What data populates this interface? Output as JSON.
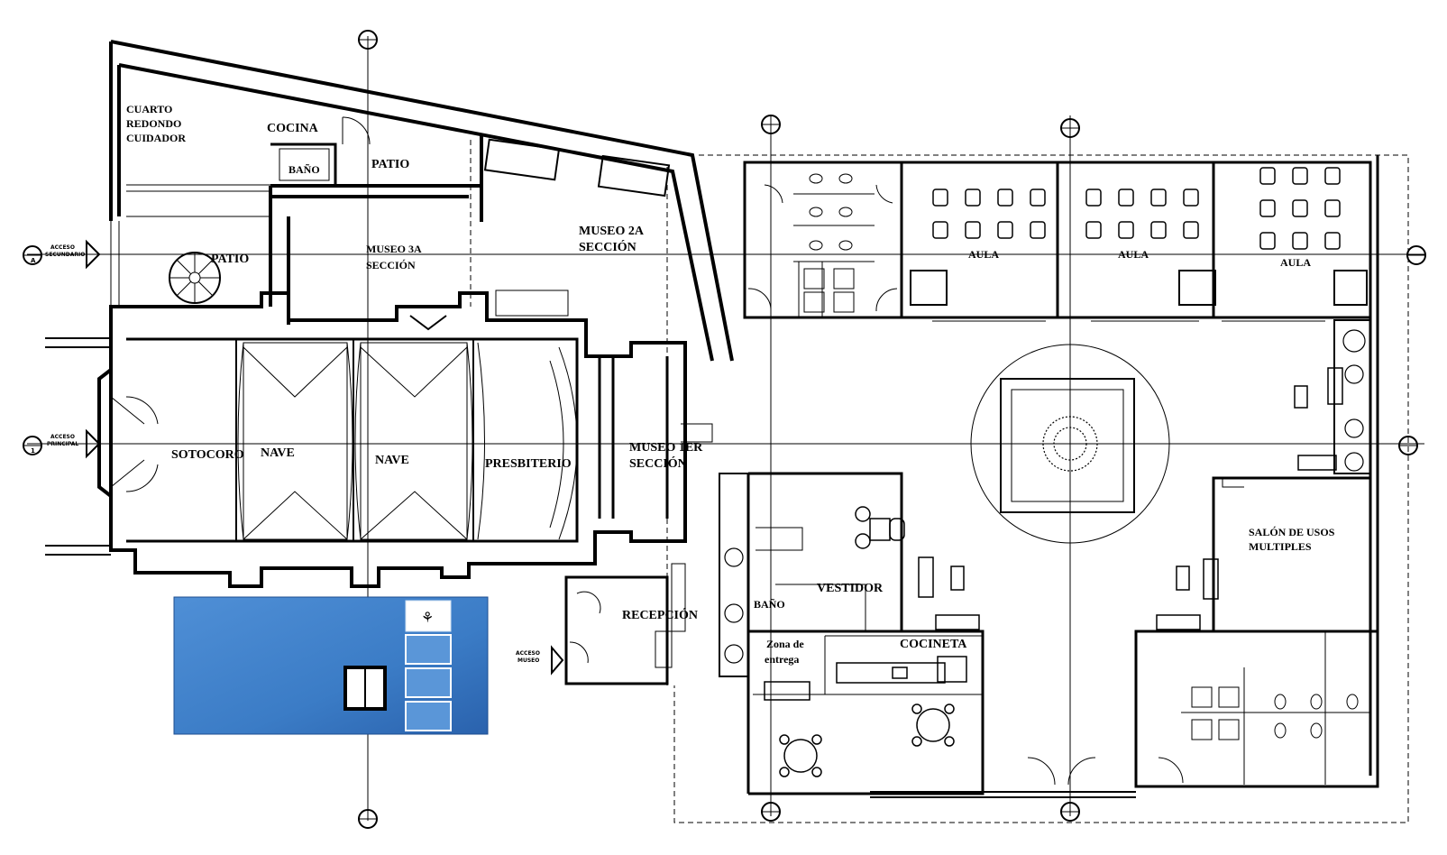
{
  "rooms": {
    "cuarto_redondo_1": "CUARTO",
    "cuarto_redondo_2": "REDONDO",
    "cuarto_redondo_3": "CUIDADOR",
    "cocina": "COCINA",
    "bano_top": "BAÑO",
    "patio_top": "PATIO",
    "patio_left": "PATIO",
    "museo3a_1": "MUSEO 3A",
    "museo3a_2": "SECCIÓN",
    "museo2a_1": "MUSEO 2A",
    "museo2a_2": "SECCIÓN",
    "museo1er_1": "MUSEO 1ER",
    "museo1er_2": "SECCIÓN",
    "sotocoro": "SOTOCORO",
    "nave_1": "NAVE",
    "nave_2": "NAVE",
    "presbiterio": "PRESBITERIO",
    "recepcion": "RECEPCIÓN",
    "aula_1": "AULA",
    "aula_2": "AULA",
    "aula_3": "AULA",
    "vestidor": "VESTIDOR",
    "bano_mid": "BAÑO",
    "zona_entrega_1": "Zona de",
    "zona_entrega_2": "entrega",
    "cocineta": "COCINETA",
    "salon_1": "SALÓN DE USOS",
    "salon_2": "MULTIPLES"
  },
  "access": {
    "secundario_1": "ACCESO",
    "secundario_2": "SECUNDARIO",
    "principal_1": "ACCESO",
    "principal_2": "PRINCIPAL",
    "museo_1": "ACCESO",
    "museo_2": "MUSEO"
  },
  "axes": {
    "a": "A",
    "one": "1"
  },
  "colors": {
    "line": "#000000",
    "highlight_top": "#5b93d3",
    "highlight_bottom": "#2f6db6"
  }
}
